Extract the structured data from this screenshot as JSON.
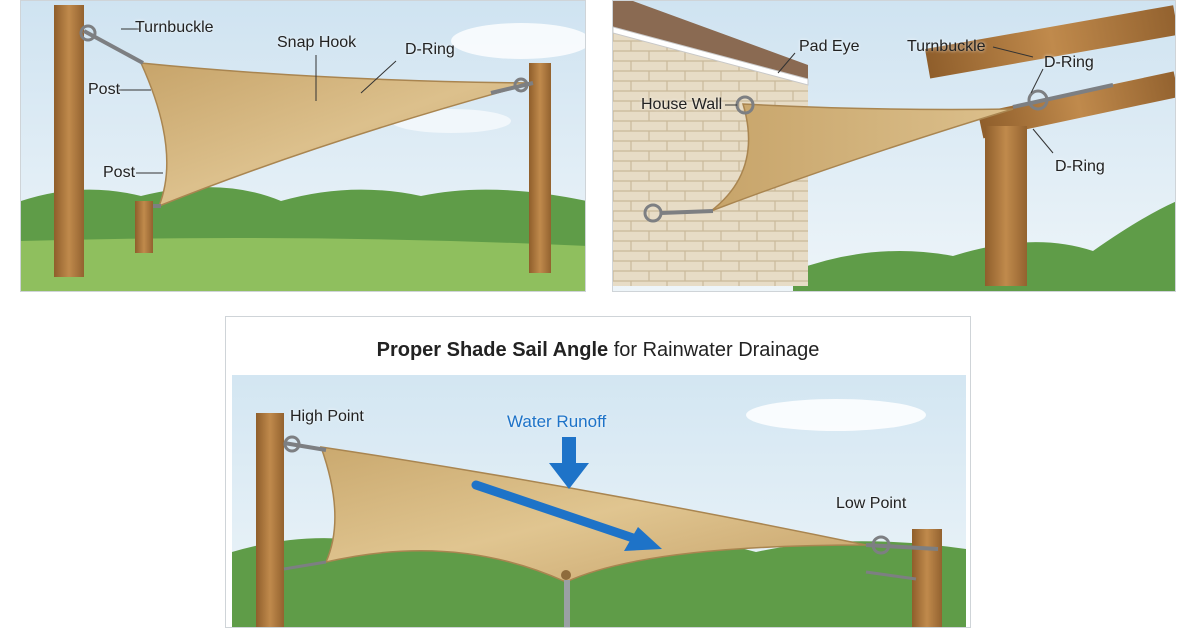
{
  "panel_a": {
    "labels": {
      "turnbuckle": "Turnbuckle",
      "snap_hook": "Snap Hook",
      "d_ring": "D-Ring",
      "post_top": "Post",
      "post_bottom": "Post"
    }
  },
  "panel_b": {
    "labels": {
      "pad_eye": "Pad Eye",
      "turnbuckle": "Turnbuckle",
      "d_ring_top": "D-Ring",
      "house_wall": "House Wall",
      "d_ring_bottom": "D-Ring"
    }
  },
  "panel_c": {
    "title_bold": "Proper Shade Sail Angle",
    "title_rest": " for Rainwater Drainage",
    "labels": {
      "high_point": "High Point",
      "water_runoff": "Water Runoff",
      "low_point": "Low Point"
    }
  },
  "colors": {
    "sail": "#d2b27a",
    "sail_shade": "#b99460",
    "wood": "#b07a3e",
    "sky": "#dcebf4",
    "grass": "#8fbf5e",
    "trees": "#5f9c48",
    "runoff_arrow": "#1e73c8"
  }
}
